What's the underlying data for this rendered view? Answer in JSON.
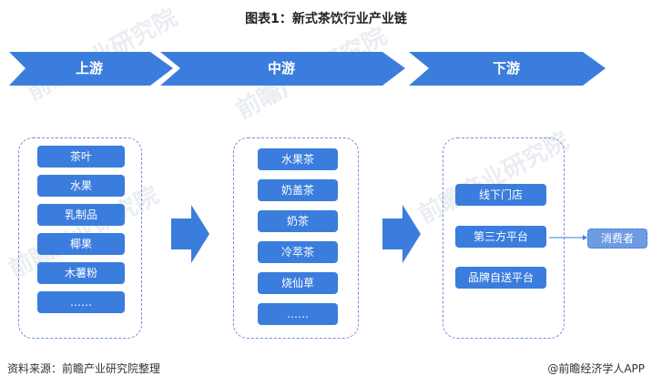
{
  "title": "图表1：新式茶饮行业产业链",
  "stages": [
    "上游",
    "中游",
    "下游"
  ],
  "upstream": [
    "茶叶",
    "水果",
    "乳制品",
    "椰果",
    "木薯粉",
    "……"
  ],
  "midstream": [
    "水果茶",
    "奶盖茶",
    "奶茶",
    "冷萃茶",
    "烧仙草",
    "……"
  ],
  "downstream": [
    "线下门店",
    "第三方平台",
    "品牌自送平台"
  ],
  "consumer": "消费者",
  "source": "资料来源：前瞻产业研究院整理",
  "brand": "@前瞻经济学人APP",
  "watermark": "前瞻产业研究院",
  "colors": {
    "arrow": "#3b7ddd",
    "item": "#3b7ddd",
    "border": "#6f93d6"
  }
}
